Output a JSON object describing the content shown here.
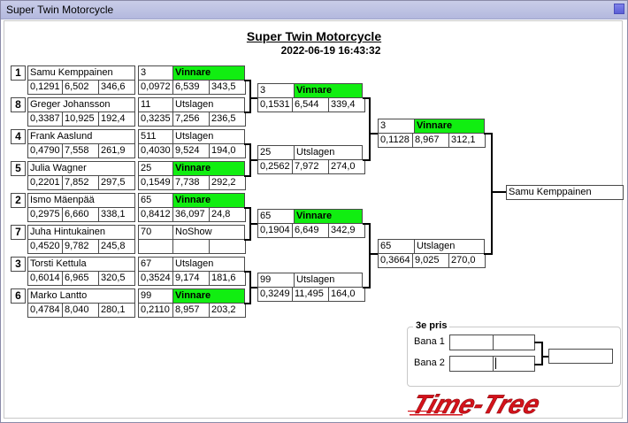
{
  "window": {
    "title": "Super Twin Motorcycle"
  },
  "header": {
    "title": "Super Twin Motorcycle",
    "datetime": "2022-06-19 16:43:32"
  },
  "colors": {
    "winner": "#11ee11",
    "logo": "#d4121a"
  },
  "riders": [
    {
      "seed": "1",
      "name": "Samu Kemppainen",
      "a": "0,1291",
      "b": "6,502",
      "c": "346,6"
    },
    {
      "seed": "8",
      "name": "Greger Johansson",
      "a": "0,3387",
      "b": "10,925",
      "c": "192,4"
    },
    {
      "seed": "4",
      "name": "Frank Aaslund",
      "a": "0,4790",
      "b": "7,558",
      "c": "261,9"
    },
    {
      "seed": "5",
      "name": "Julia Wagner",
      "a": "0,2201",
      "b": "7,852",
      "c": "297,5"
    },
    {
      "seed": "2",
      "name": "Ismo Mäenpää",
      "a": "0,2975",
      "b": "6,660",
      "c": "338,1"
    },
    {
      "seed": "7",
      "name": "Juha Hintukainen",
      "a": "0,4520",
      "b": "9,782",
      "c": "245,8"
    },
    {
      "seed": "3",
      "name": "Torsti Kettula",
      "a": "0,6014",
      "b": "6,965",
      "c": "320,5"
    },
    {
      "seed": "6",
      "name": "Marko Lantto",
      "a": "0,4784",
      "b": "8,040",
      "c": "280,1"
    }
  ],
  "round1": [
    {
      "num": "3",
      "status": "Vinnare",
      "win": true,
      "a": "0,0972",
      "b": "6,539",
      "c": "343,5"
    },
    {
      "num": "11",
      "status": "Utslagen",
      "win": false,
      "a": "0,3235",
      "b": "7,256",
      "c": "236,5"
    },
    {
      "num": "511",
      "status": "Utslagen",
      "win": false,
      "a": "0,4030",
      "b": "9,524",
      "c": "194,0"
    },
    {
      "num": "25",
      "status": "Vinnare",
      "win": true,
      "a": "0,1549",
      "b": "7,738",
      "c": "292,2"
    },
    {
      "num": "65",
      "status": "Vinnare",
      "win": true,
      "a": "0,8412",
      "b": "36,097",
      "c": "24,8"
    },
    {
      "num": "70",
      "status": "NoShow",
      "win": false,
      "a": "",
      "b": "",
      "c": ""
    },
    {
      "num": "67",
      "status": "Utslagen",
      "win": false,
      "a": "0,3524",
      "b": "9,174",
      "c": "181,6"
    },
    {
      "num": "99",
      "status": "Vinnare",
      "win": true,
      "a": "0,2110",
      "b": "8,957",
      "c": "203,2"
    }
  ],
  "round2": [
    {
      "num": "3",
      "status": "Vinnare",
      "win": true,
      "a": "0,1531",
      "b": "6,544",
      "c": "339,4"
    },
    {
      "num": "25",
      "status": "Utslagen",
      "win": false,
      "a": "0,2562",
      "b": "7,972",
      "c": "274,0"
    },
    {
      "num": "65",
      "status": "Vinnare",
      "win": true,
      "a": "0,1904",
      "b": "6,649",
      "c": "342,9"
    },
    {
      "num": "99",
      "status": "Utslagen",
      "win": false,
      "a": "0,3249",
      "b": "11,495",
      "c": "164,0"
    }
  ],
  "round3": [
    {
      "num": "3",
      "status": "Vinnare",
      "win": true,
      "a": "0,1128",
      "b": "8,967",
      "c": "312,1"
    },
    {
      "num": "65",
      "status": "Utslagen",
      "win": false,
      "a": "0,3664",
      "b": "9,025",
      "c": "270,0"
    }
  ],
  "champion": "Samu Kemppainen",
  "third_place": {
    "title": "3e pris",
    "lane1": "Bana 1",
    "lane2": "Bana 2"
  },
  "logo": {
    "text": "Time-Tree"
  }
}
